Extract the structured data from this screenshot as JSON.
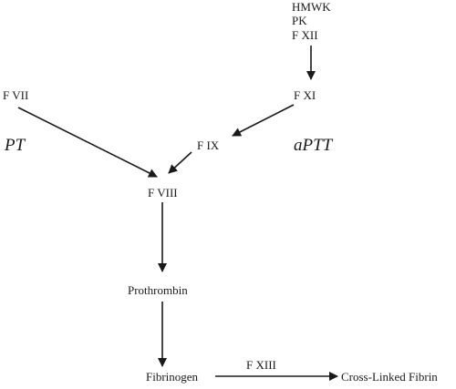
{
  "labels": {
    "hmwk": "HMWK",
    "pk": "PK",
    "fxii": "F XII",
    "fxi": "F XI",
    "fvii": "F VII",
    "pt": "PT",
    "fix": "F IX",
    "aptt": "aPTT",
    "fviii": "F VIII",
    "prothrombin": "Prothrombin",
    "fibrinogen": "Fibrinogen",
    "fxiii": "F XIII",
    "crosslinked": "Cross-Linked Fibrin"
  },
  "colors": {
    "ink": "#1a1a1a"
  }
}
